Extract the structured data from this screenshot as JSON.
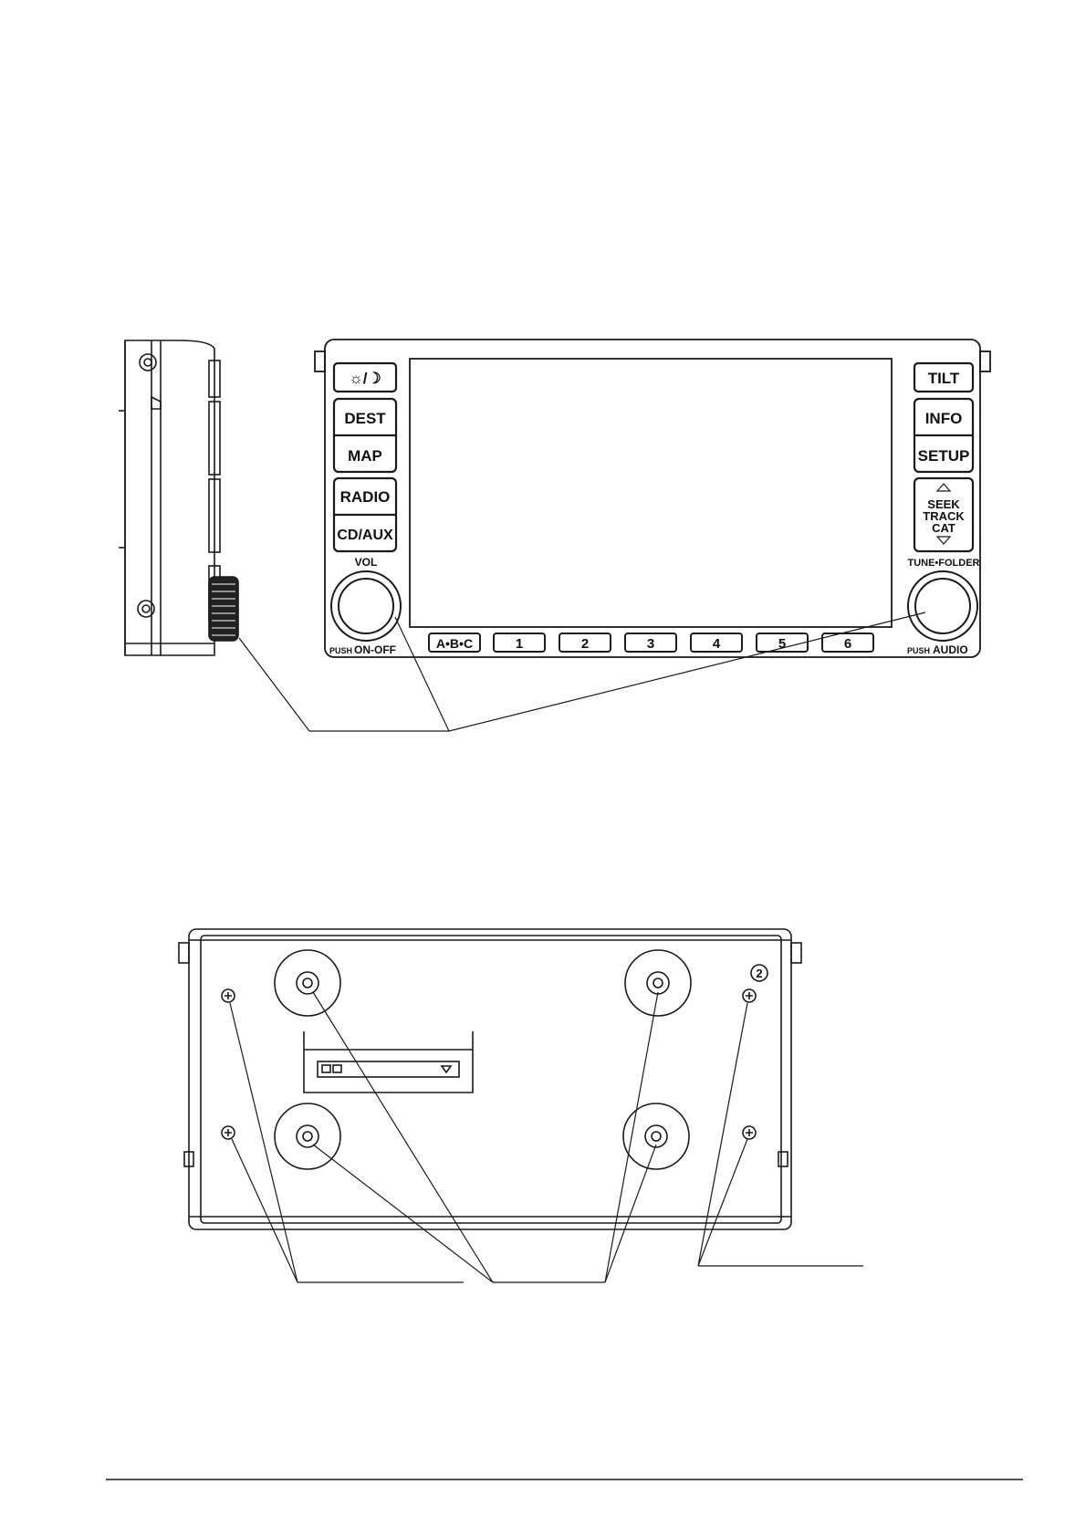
{
  "front_panel": {
    "left_buttons": {
      "day_night": "☼/☽",
      "dest": "DEST",
      "map": "MAP",
      "radio": "RADIO",
      "cd_aux": "CD/AUX"
    },
    "right_buttons": {
      "tilt": "TILT",
      "info": "INFO",
      "setup": "SETUP",
      "seek_line1": "SEEK",
      "seek_line2": "TRACK",
      "seek_line3": "CAT"
    },
    "knob_labels": {
      "vol_top": "VOL",
      "vol_bottom_small": "PUSH",
      "vol_bottom": "ON-OFF",
      "tune_top": "TUNE•FOLDER",
      "tune_bottom_small": "PUSH",
      "tune_bottom": "AUDIO"
    },
    "preset_buttons": [
      "A•B•C",
      "1",
      "2",
      "3",
      "4",
      "5",
      "6"
    ]
  },
  "rear_panel": {
    "callout_number": "2"
  },
  "colors": {
    "line": "#1a1a1a",
    "background": "#ffffff",
    "knurl": "#222222"
  }
}
